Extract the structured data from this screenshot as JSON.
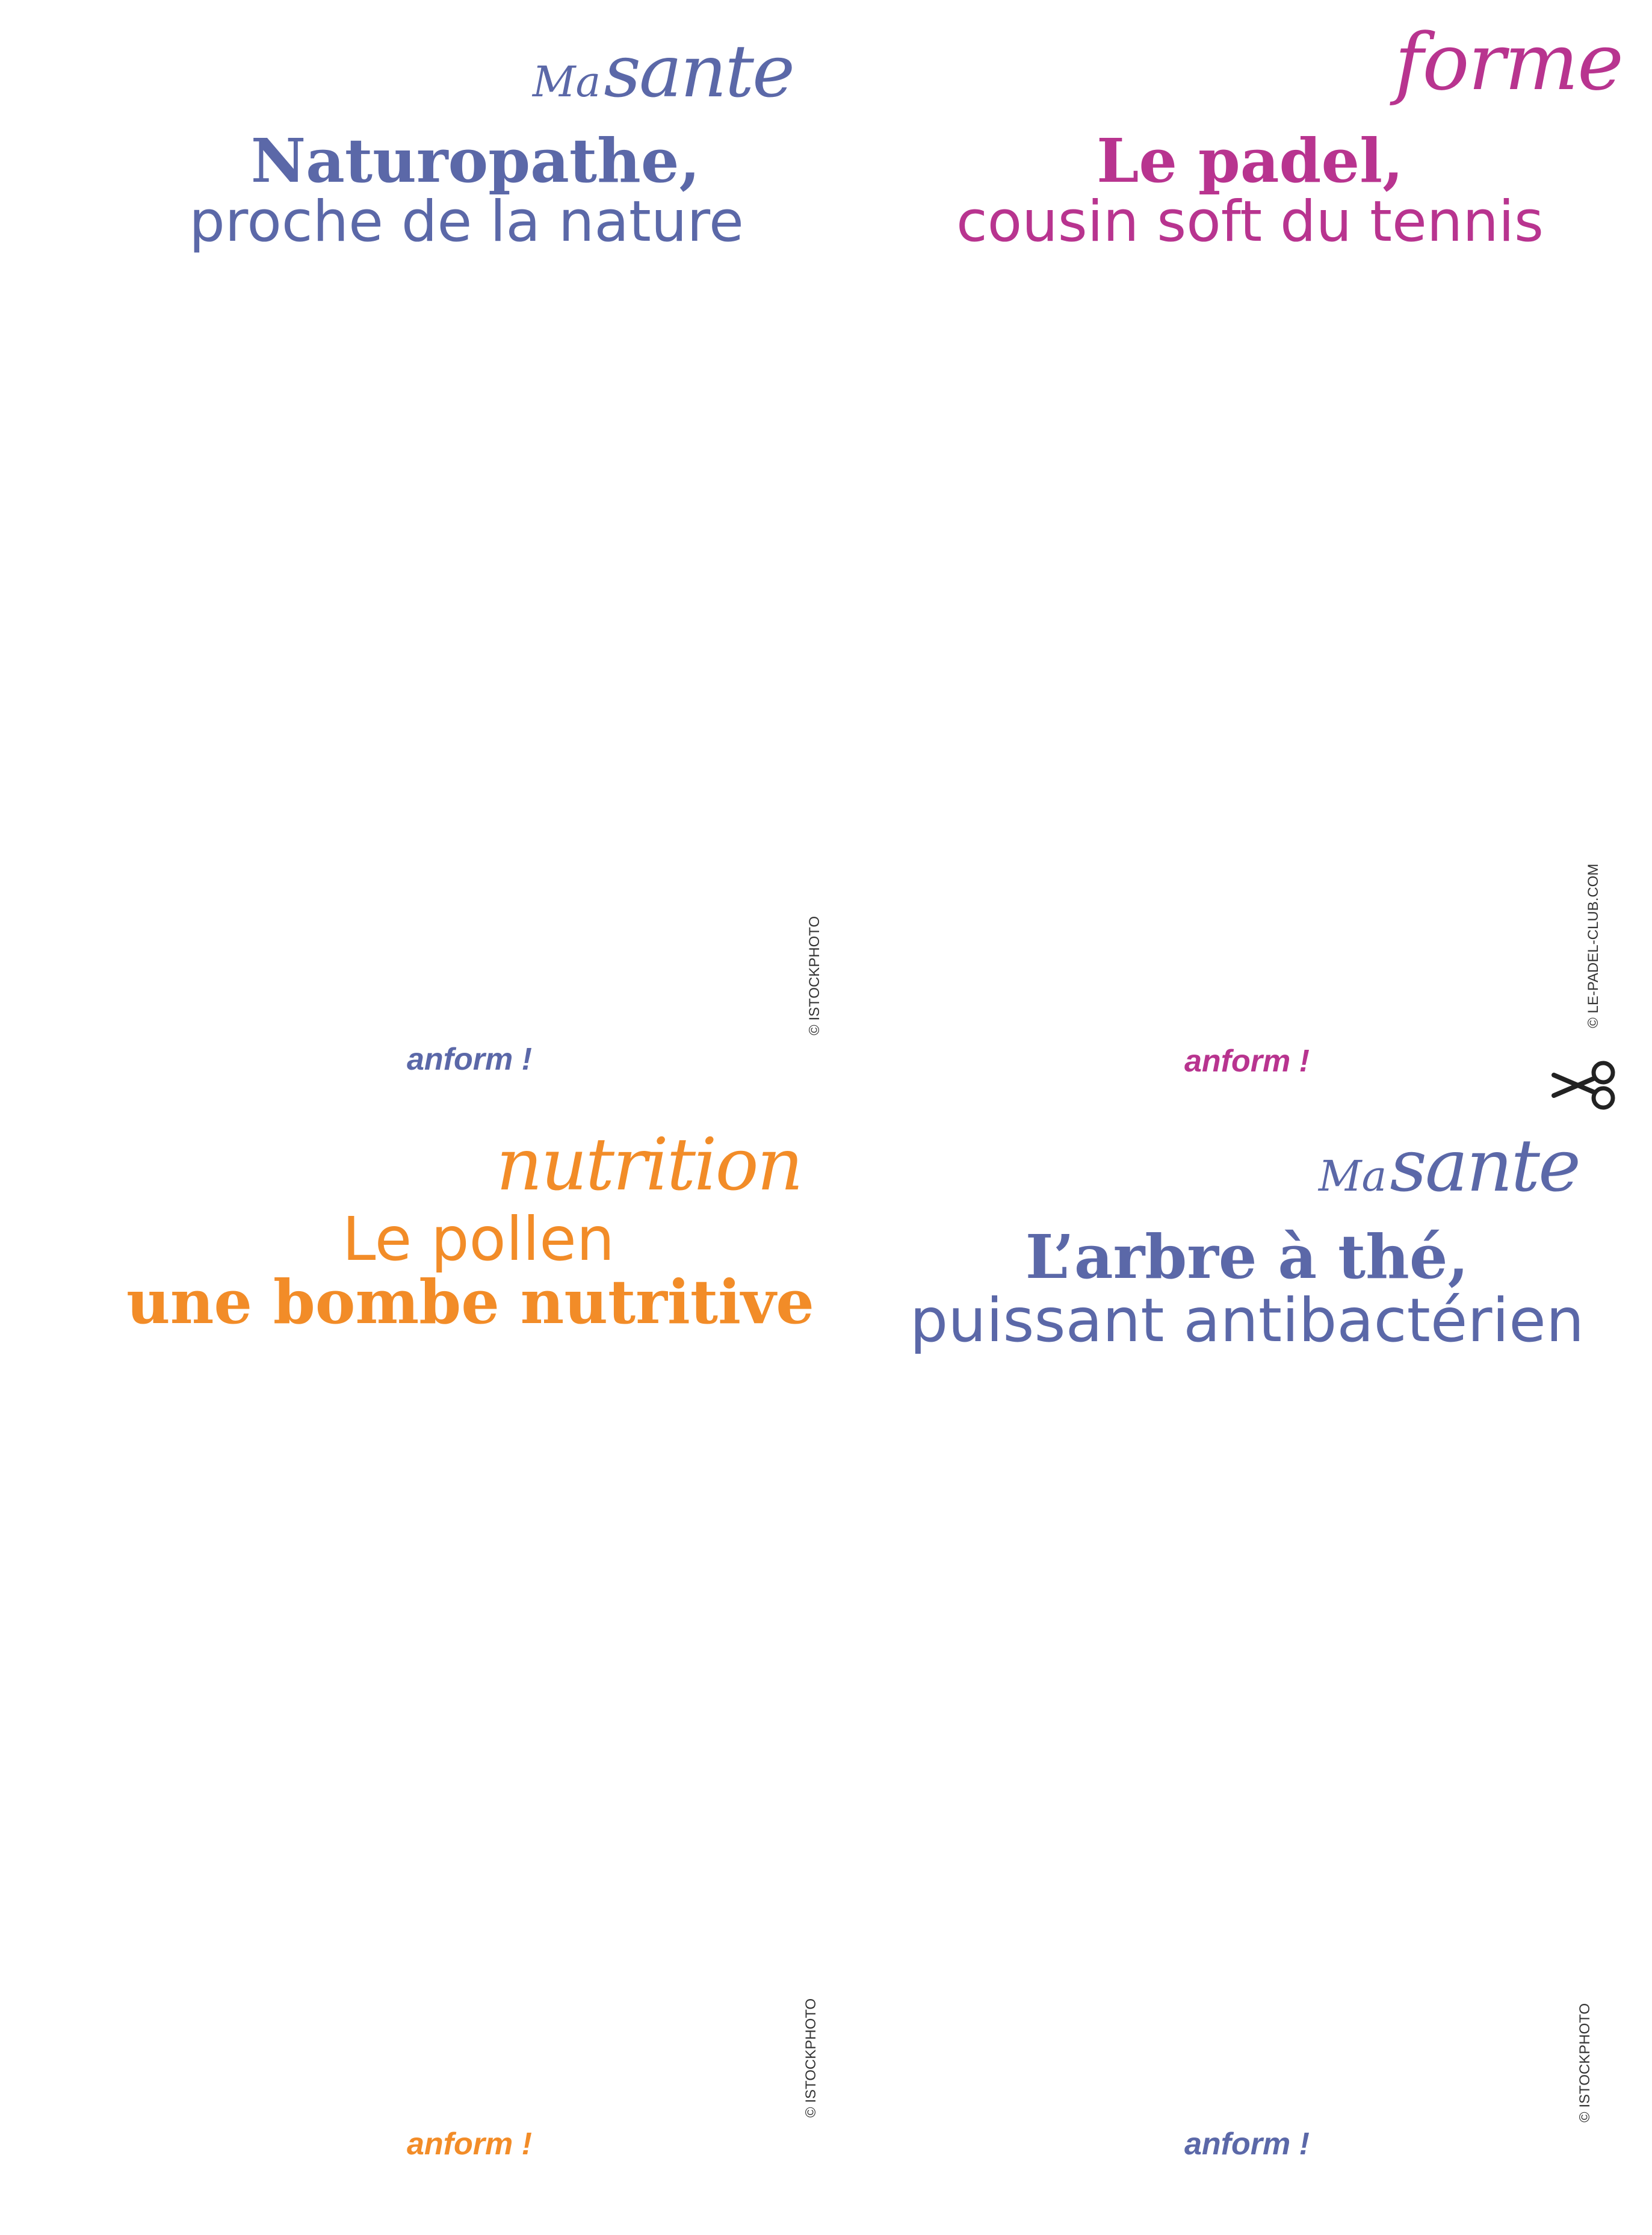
{
  "colors": {
    "sante": "#5b68a8",
    "forme": "#b8348f",
    "nutrition": "#f28c28"
  },
  "cards": [
    {
      "category_prefix": "Ma",
      "category": "sante",
      "title_bold": "Naturopathe,",
      "title_light": "proche de la nature",
      "credit": "© ISTOCKPHOTO",
      "brand": "anform !"
    },
    {
      "category": "forme",
      "title_bold": "Le padel,",
      "title_light": "cousin soft du tennis",
      "credit": "© LE-PADEL-CLUB.COM",
      "brand": "anform !"
    },
    {
      "category": "nutrition",
      "title_light": "Le pollen",
      "title_bold": "une bombe nutritive",
      "credit": "© ISTOCKPHOTO",
      "brand": "anform !"
    },
    {
      "category_prefix": "Ma",
      "category": "sante",
      "title_bold": "L’arbre à thé,",
      "title_light": "puissant antibactérien",
      "credit": "© ISTOCKPHOTO",
      "brand": "anform !"
    }
  ],
  "icons": {
    "cut_mark": "scissors-icon"
  }
}
